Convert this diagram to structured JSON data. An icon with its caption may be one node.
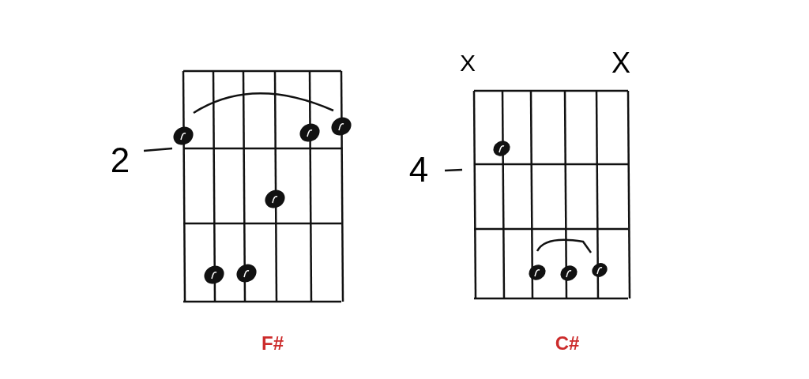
{
  "diagram": {
    "labels": [
      "2",
      "X",
      "X",
      "4",
      "F#",
      "C#"
    ]
  }
}
